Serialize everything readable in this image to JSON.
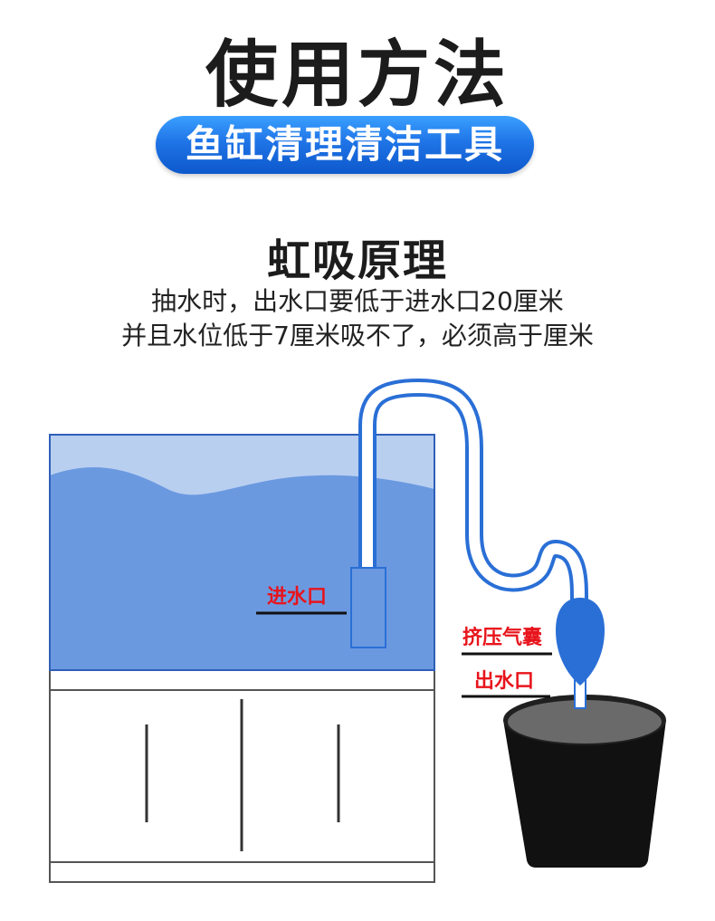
{
  "header": {
    "title": "使用方法",
    "subtitle": "鱼缸清理清洁工具"
  },
  "section": {
    "title": "虹吸原理",
    "desc_line1": "抽水时，出水口要低于进水口20厘米",
    "desc_line2": "并且水位低于7厘米吸不了，必须高于厘米"
  },
  "diagram": {
    "labels": {
      "inlet": "进水口",
      "squeeze_bulb": "挤压气囊",
      "outlet": "出水口"
    },
    "colors": {
      "water": "#6b99e0",
      "water_light": "#b8cff0",
      "tube": "#2a6fd6",
      "bulb": "#2a6fd6",
      "bucket": "#1a1a1a",
      "label": "#e8141c"
    }
  }
}
